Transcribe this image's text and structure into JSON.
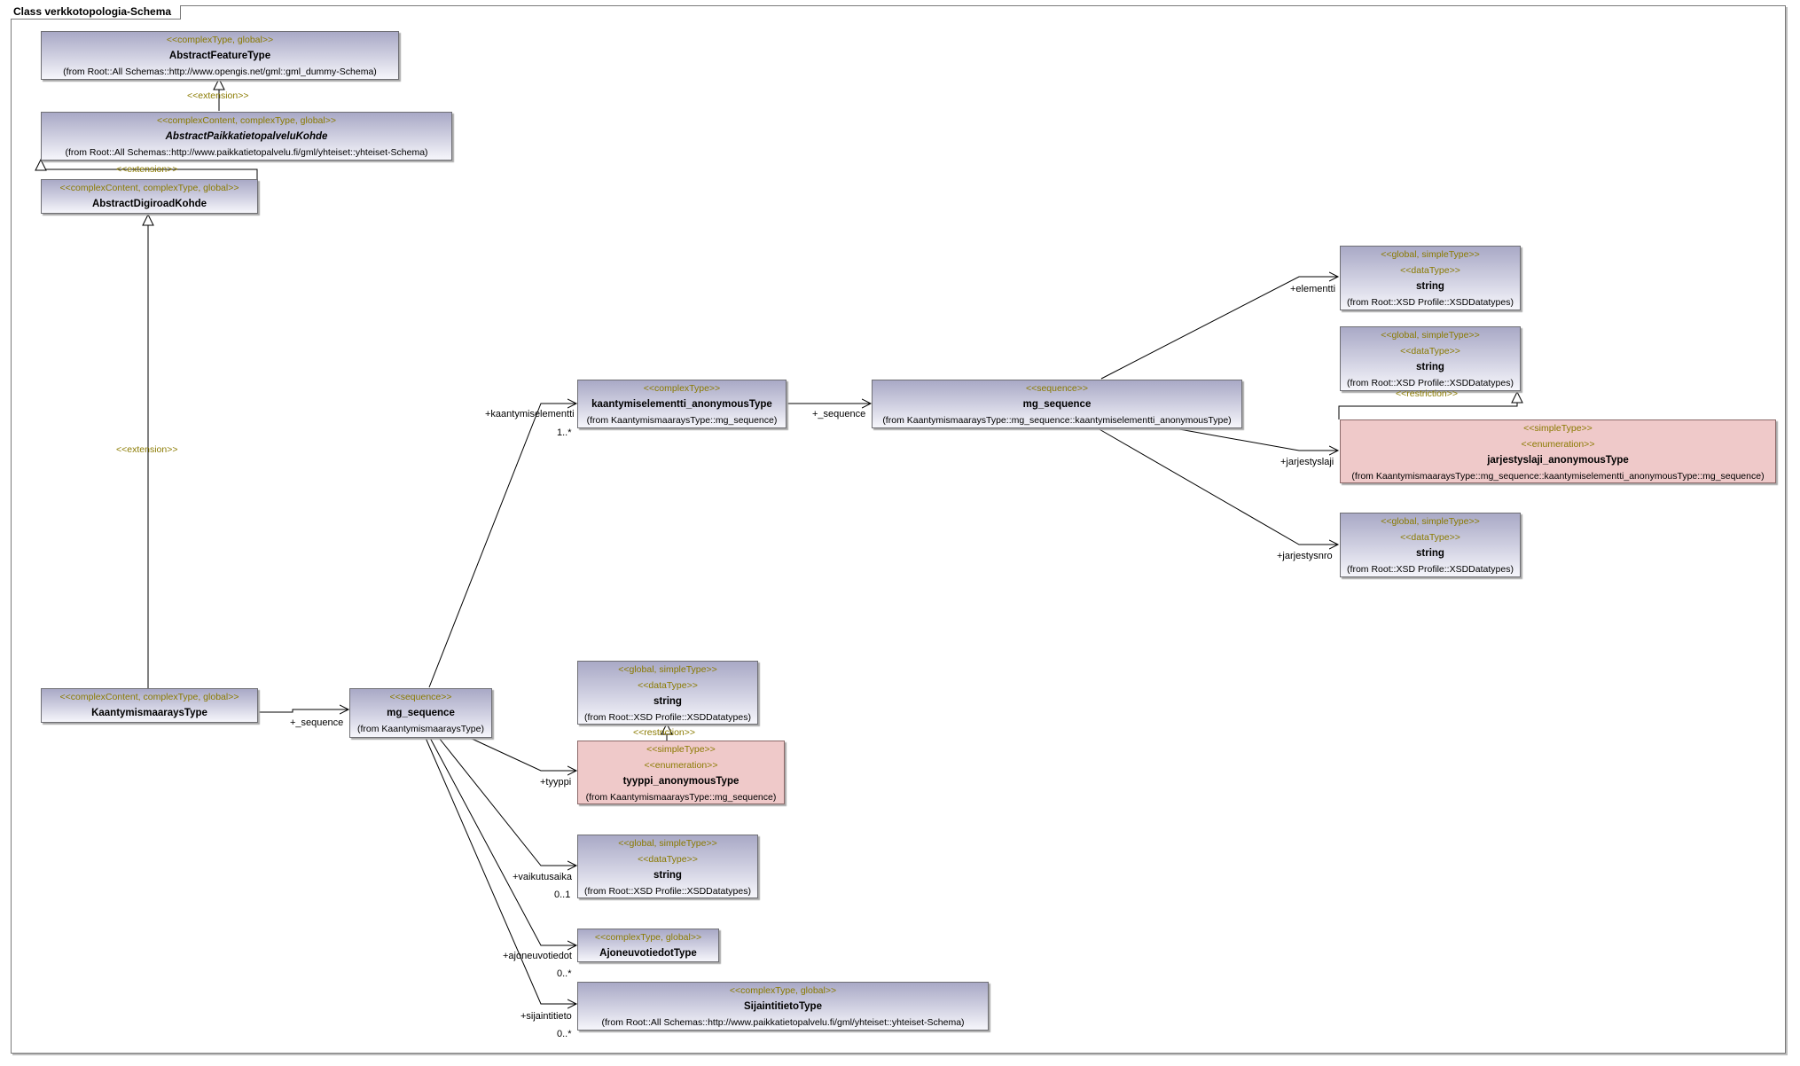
{
  "diagram": {
    "title": "Class verkkotopologia-Schema"
  },
  "nodes": {
    "abstract_feature_type": {
      "stereotype": "<<complexType, global>>",
      "name": "AbstractFeatureType",
      "from": "(from Root::All Schemas::http://www.opengis.net/gml::gml_dummy-Schema)"
    },
    "abstract_paikkatieto": {
      "stereotype": "<<complexContent, complexType, global>>",
      "name": "AbstractPaikkatietopalveluKohde",
      "from": "(from Root::All Schemas::http://www.paikkatietopalvelu.fi/gml/yhteiset::yhteiset-Schema)"
    },
    "abstract_digiroad": {
      "stereotype": "<<complexContent, complexType, global>>",
      "name": "AbstractDigiroadKohde"
    },
    "kaantymismaarays": {
      "stereotype": "<<complexContent, complexType, global>>",
      "name": "KaantymismaaraysType"
    },
    "mg_sequence_1": {
      "stereotype": "<<sequence>>",
      "name": "mg_sequence",
      "from": "(from KaantymismaaraysType)"
    },
    "kaantymiselementti": {
      "stereotype": "<<complexType>>",
      "name": "kaantymiselementti_anonymousType",
      "from": "(from KaantymismaaraysType::mg_sequence)"
    },
    "mg_sequence_2": {
      "stereotype": "<<sequence>>",
      "name": "mg_sequence",
      "from": "(from KaantymismaaraysType::mg_sequence::kaantymiselementti_anonymousType)"
    },
    "string_elementti": {
      "stereotype1": "<<global, simpleType>>",
      "stereotype2": "<<dataType>>",
      "name": "string",
      "from": "(from Root::XSD Profile::XSDDatatypes)"
    },
    "string_restrict_top": {
      "stereotype1": "<<global, simpleType>>",
      "stereotype2": "<<dataType>>",
      "name": "string",
      "from": "(from Root::XSD Profile::XSDDatatypes)"
    },
    "jarjestyslaji": {
      "stereotype1": "<<simpleType>>",
      "stereotype2": "<<enumeration>>",
      "name": "jarjestyslaji_anonymousType",
      "from": "(from KaantymismaaraysType::mg_sequence::kaantymiselementti_anonymousType::mg_sequence)"
    },
    "string_jarjestysnro": {
      "stereotype1": "<<global, simpleType>>",
      "stereotype2": "<<dataType>>",
      "name": "string",
      "from": "(from Root::XSD Profile::XSDDatatypes)"
    },
    "string_tyyppi": {
      "stereotype1": "<<global, simpleType>>",
      "stereotype2": "<<dataType>>",
      "name": "string",
      "from": "(from Root::XSD Profile::XSDDatatypes)"
    },
    "tyyppi": {
      "stereotype1": "<<simpleType>>",
      "stereotype2": "<<enumeration>>",
      "name": "tyyppi_anonymousType",
      "from": "(from KaantymismaaraysType::mg_sequence)"
    },
    "string_vaikutusaika": {
      "stereotype1": "<<global, simpleType>>",
      "stereotype2": "<<dataType>>",
      "name": "string",
      "from": "(from Root::XSD Profile::XSDDatatypes)"
    },
    "ajoneuvotiedot": {
      "stereotype": "<<complexType, global>>",
      "name": "AjoneuvotiedotType"
    },
    "sijaintitieto": {
      "stereotype": "<<complexType, global>>",
      "name": "SijaintitietoType",
      "from": "(from Root::All Schemas::http://www.paikkatietopalvelu.fi/gml/yhteiset::yhteiset-Schema)"
    }
  },
  "labels": {
    "ext1": "<<extension>>",
    "ext2": "<<extension>>",
    "ext3": "<<extension>>",
    "restriction1": "<<restriction>>",
    "restriction2": "<<restriction>>",
    "role_sequence_1": "+_sequence",
    "role_kaantymiselementti": "+kaantymiselementti",
    "mult_kaantymiselementti": "1..*",
    "role_sequence_2": "+_sequence",
    "role_elementti": "+elementti",
    "role_jarjestyslaji": "+jarjestyslaji",
    "role_jarjestysnro": "+jarjestysnro",
    "role_tyyppi": "+tyyppi",
    "role_vaikutusaika": "+vaikutusaika",
    "mult_vaikutusaika": "0..1",
    "role_ajoneuvotiedot": "+ajoneuvotiedot",
    "mult_ajoneuvotiedot": "0..*",
    "role_sijaintitieto": "+sijaintitieto",
    "mult_sijaintitieto": "0..*"
  }
}
